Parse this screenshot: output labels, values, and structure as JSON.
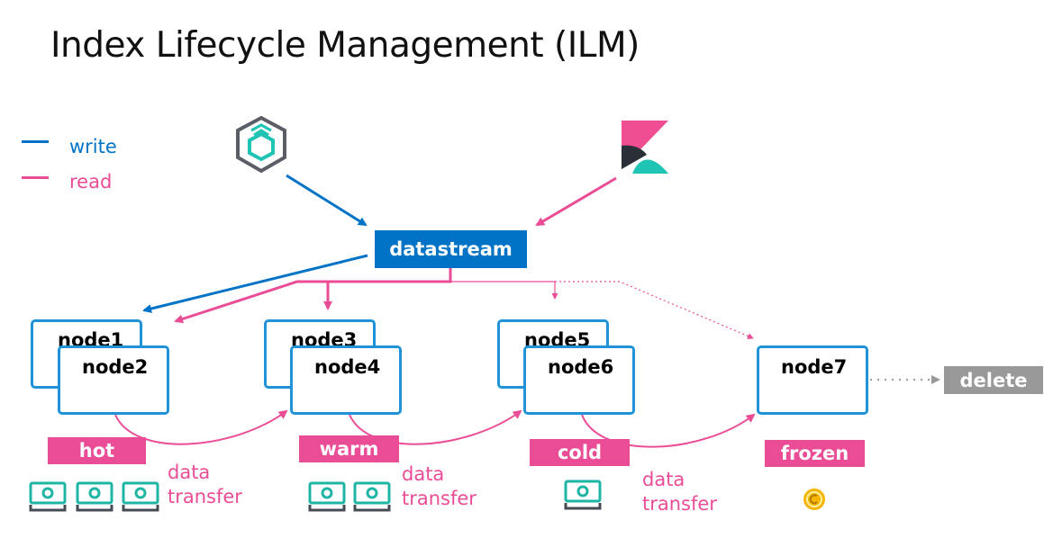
{
  "title": "Index Lifecycle Management (ILM)",
  "legend": {
    "write": {
      "label": "write",
      "color": "#0073c6"
    },
    "read": {
      "label": "read",
      "color": "#ea4c96"
    }
  },
  "icons": {
    "ingest_logo": "elastic-agent-hexagon-icon",
    "kibana_logo": "kibana-icon",
    "money": "money-bill-icon",
    "coin": "coin-icon"
  },
  "datastream": {
    "label": "datastream"
  },
  "nodes": {
    "node1": "node1",
    "node2": "node2",
    "node3": "node3",
    "node4": "node4",
    "node5": "node5",
    "node6": "node6",
    "node7": "node7"
  },
  "tiers": {
    "hot": "hot",
    "warm": "warm",
    "cold": "cold",
    "frozen": "frozen"
  },
  "delete": "delete",
  "transfer": {
    "line1": "data",
    "line2": "transfer"
  },
  "colors": {
    "node_border": "#1f92d8",
    "datastream_bg": "#0073c6",
    "tier_bg": "#ea4c96",
    "delete_bg": "#999999",
    "money": "#1fb5a5",
    "coin": "#f5b400"
  }
}
